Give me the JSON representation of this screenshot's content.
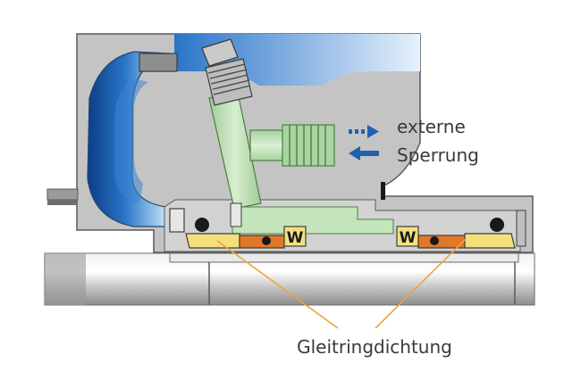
{
  "labels": {
    "flow_in": "externe",
    "flow_out": "Sperrung",
    "seal_caption": "Gleitringdichtung",
    "spring_mark": "W"
  },
  "colors": {
    "housing": "#c4c4c4",
    "housing_dark": "#8a8a8a",
    "cavity_blue": "#1f63b8",
    "fluid_green": "#b7dcae",
    "seal_face_yellow": "#f3e07a",
    "seal_ring_orange": "#e0782a",
    "oring_black": "#1a1a1a",
    "arrow_blue": "#1e62b0",
    "leader_orange": "#f2a23c",
    "text": "#3a3a3a"
  }
}
